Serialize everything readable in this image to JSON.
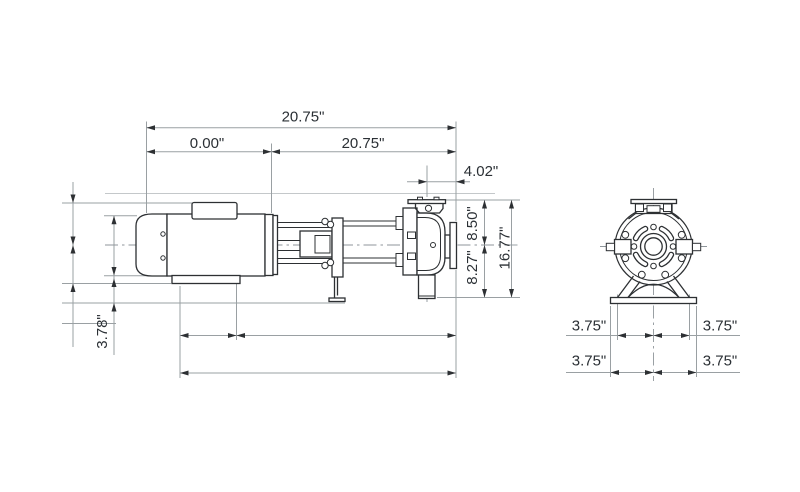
{
  "side_view": {
    "dimensions": {
      "overall_length": "20.75\"",
      "left_segment": "0.00\"",
      "right_segment": "20.75\"",
      "port_offset": "4.02\"",
      "center_to_top": "8.50\"",
      "center_to_bottom": "8.27\"",
      "overall_height": "16.77\"",
      "base_height": "3.78\""
    }
  },
  "end_view": {
    "dimensions": {
      "row1_left": "3.75\"",
      "row1_right": "3.75\"",
      "row2_left": "3.75\"",
      "row2_right": "3.75\""
    }
  },
  "colors": {
    "background": "#ffffff",
    "outline": "#2d3033",
    "dim_lines": "#9aa0a3",
    "text": "#2b3035"
  }
}
